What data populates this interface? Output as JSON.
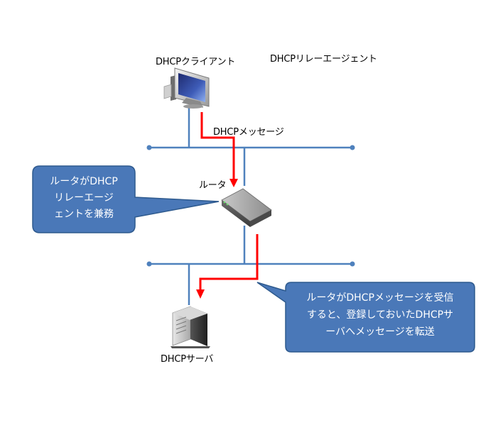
{
  "labels": {
    "client": "DHCPクライアント",
    "relay_agent": "DHCPリレーエージェント",
    "message": "DHCPメッセージ",
    "router": "ルータ",
    "server": "DHCPサーバ"
  },
  "callouts": {
    "left": [
      "ルータがDHCP",
      "リレーエージ",
      "ェントを兼務"
    ],
    "right": [
      "ルータがDHCPメッセージを受信",
      "すると、登録しておいたDHCPサ",
      "ーバへメッセージを転送"
    ]
  },
  "colors": {
    "network_line": "#4f81bd",
    "flow_arrow": "#ff0000",
    "callout_fill": "#4a78b8",
    "callout_stroke": "#2e5a8e"
  },
  "icons": {
    "client": "desktop-computer-icon",
    "router": "router-icon",
    "server": "tower-server-icon"
  }
}
